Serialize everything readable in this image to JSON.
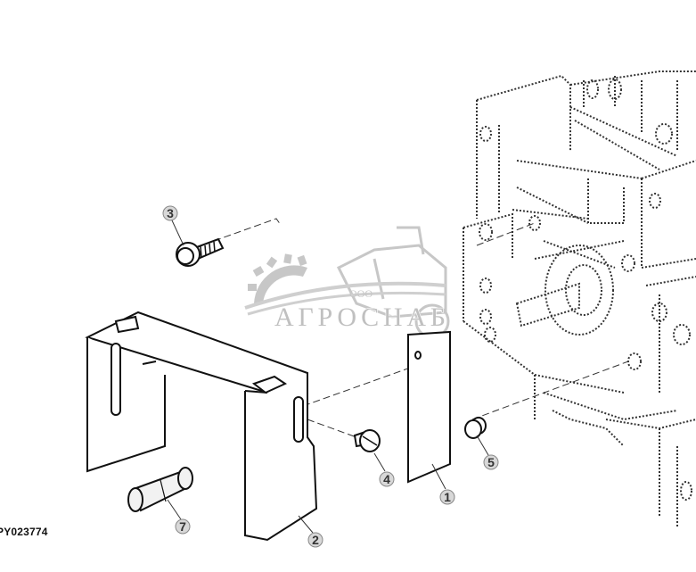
{
  "figure": {
    "id_label": "PY023774",
    "type": "exploded parts diagram"
  },
  "watermark": {
    "prefix": "ООО",
    "name": "АГРОСНАБ",
    "color": "#8d8d8d"
  },
  "callouts": [
    {
      "number": "1",
      "part": "plate"
    },
    {
      "number": "2",
      "part": "bracket"
    },
    {
      "number": "3",
      "part": "flange bolt"
    },
    {
      "number": "4",
      "part": "slotted screw"
    },
    {
      "number": "5",
      "part": "plug"
    },
    {
      "number": "7",
      "part": "cylindrical sleeve"
    }
  ],
  "colors": {
    "line": "#1a1a1a",
    "dashed_housing": "#333333",
    "callout_circle_fill": "#d8d8d8",
    "callout_text": "#333333"
  }
}
